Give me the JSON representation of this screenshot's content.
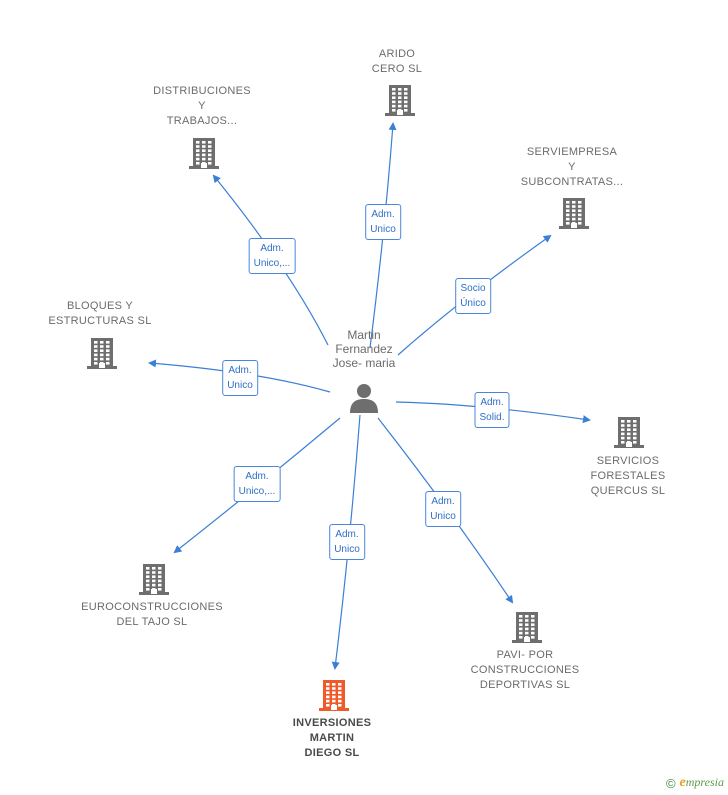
{
  "center": {
    "label_lines": [
      "Martin",
      "Fernandez",
      "Jose- maria"
    ],
    "icon": "person-icon"
  },
  "colors": {
    "edge": "#3b7fd6",
    "building": "#6e6e6e",
    "highlight": "#f05a28",
    "person": "#6e6e6e"
  },
  "nodes": [
    {
      "id": "arido",
      "label_lines": [
        "ARIDO",
        "CERO SL"
      ],
      "highlight": false,
      "edge_label": [
        "Adm.",
        "Unico"
      ]
    },
    {
      "id": "distribuciones",
      "label_lines": [
        "DISTRIBUCIONES",
        "Y",
        "TRABAJOS..."
      ],
      "highlight": false,
      "edge_label": [
        "Adm.",
        "Unico,..."
      ]
    },
    {
      "id": "serviempresa",
      "label_lines": [
        "SERVIEMPRESA",
        "Y",
        "SUBCONTRATAS..."
      ],
      "highlight": false,
      "edge_label": [
        "Socio",
        "Único"
      ]
    },
    {
      "id": "bloques",
      "label_lines": [
        "BLOQUES Y",
        "ESTRUCTURAS SL"
      ],
      "highlight": false,
      "edge_label": [
        "Adm.",
        "Unico"
      ]
    },
    {
      "id": "servicios",
      "label_lines": [
        "SERVICIOS",
        "FORESTALES",
        "QUERCUS  SL"
      ],
      "highlight": false,
      "edge_label": [
        "Adm.",
        "Solid."
      ]
    },
    {
      "id": "euroconstrucciones",
      "label_lines": [
        "EUROCONSTRUCCIONES",
        "DEL TAJO  SL"
      ],
      "highlight": false,
      "edge_label": [
        "Adm.",
        "Unico,..."
      ]
    },
    {
      "id": "inversiones",
      "label_lines": [
        "INVERSIONES",
        "MARTIN",
        "DIEGO  SL"
      ],
      "highlight": true,
      "edge_label": [
        "Adm.",
        "Unico"
      ]
    },
    {
      "id": "pavi",
      "label_lines": [
        "PAVI- POR",
        "CONSTRUCCIONES",
        "DEPORTIVAS SL"
      ],
      "highlight": false,
      "edge_label": [
        "Adm.",
        "Unico"
      ]
    }
  ],
  "footer": {
    "copyright_symbol": "©",
    "brand_initial": "e",
    "brand_rest": "mpresia"
  }
}
